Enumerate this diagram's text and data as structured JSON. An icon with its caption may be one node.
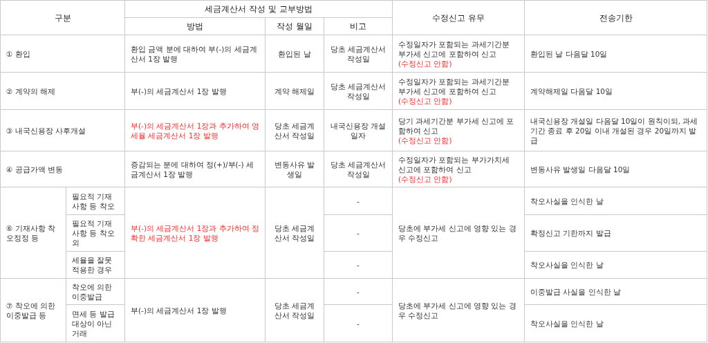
{
  "diagram": {
    "labels": [
      "구분",
      "세금계산서 작성 및 교부방법",
      "수정신고 유무",
      "전송기한",
      "방법",
      "작성 월일",
      "비고",
      "① 환입",
      "환입 금액 분에 대하여 부(-)의 세금계산서 1장 발행",
      "환입된 날",
      "당초 세금계산서 작성일",
      "수정일자가 포함되는 과세기간분 부가세 신고에 포함하여 신고",
      "(수정신고 안함)",
      "환입된 날 다음달 10일",
      "② 계약의 해제",
      "부(-)의 세금계산서 1장 발행",
      "계약 해제일",
      "당초 세금계산서 작성일",
      "수정일자가 포함되는 과세기간분 부가세 신고에 포함하여 신고",
      "(수정신고 안함)",
      "계약해제일 다음달 10일",
      "③ 내국신용장 사후개설",
      "부(-)의 세금계산서 1장과 추가하여 영세율 세금계산서 1장 발행",
      "당초 세금계산서 작성일",
      "내국신용장 개설일자",
      "당기 과세기간분 부가세 신고에 포함하여 신고",
      "(수정신고 안함)",
      "내국신용장 개설일 다음달 10일이 원칙이되, 과세기간 종료 후 20일 이내 개설된 경우 20일까지 발급",
      "④ 공급가액 변동",
      "증감되는 분에 대하여 정(+)/부(-) 세금계산서 1장 발행",
      "변동사유 발생일",
      "당초 세금계산서 작성일",
      "수정일자가 포함되는 부가가치세 신고에 포함하여 신고",
      "(수정신고 안함)",
      "변동사유 발생일 다음달 10일",
      "⑥ 기재사항 착오정정 등",
      "필요적 기재 사항 등 착오",
      "부(-)의 세금계산서 1장과 추가하여 정확한 세금계산서 1장 발행",
      "당초 세금계산서 작성일",
      "-",
      "당초에 부가세 신고에 영향 있는 경우 수정신고",
      "착오사실을 인식한 날",
      "필요적 기재 사항 등 착오외",
      "-",
      "확정신고 기한까지 발급",
      "세율을 잘못 적용한 경우",
      "-",
      "착오사실을 인식한 날",
      "⑦ 착오에 의한 이중발급 등",
      "착오에 의한 이중발급",
      "부(-)의 세금계산서 1장 발행",
      "당초 세금계산서 작성일",
      "-",
      "당초에 부가세 신고에 영향 있는 경우 수정신고",
      "이중발급 사실을 인식한 날",
      "면세 등 발급대상이 아닌 거래",
      "-",
      "착오사실을 인식한 날"
    ]
  }
}
